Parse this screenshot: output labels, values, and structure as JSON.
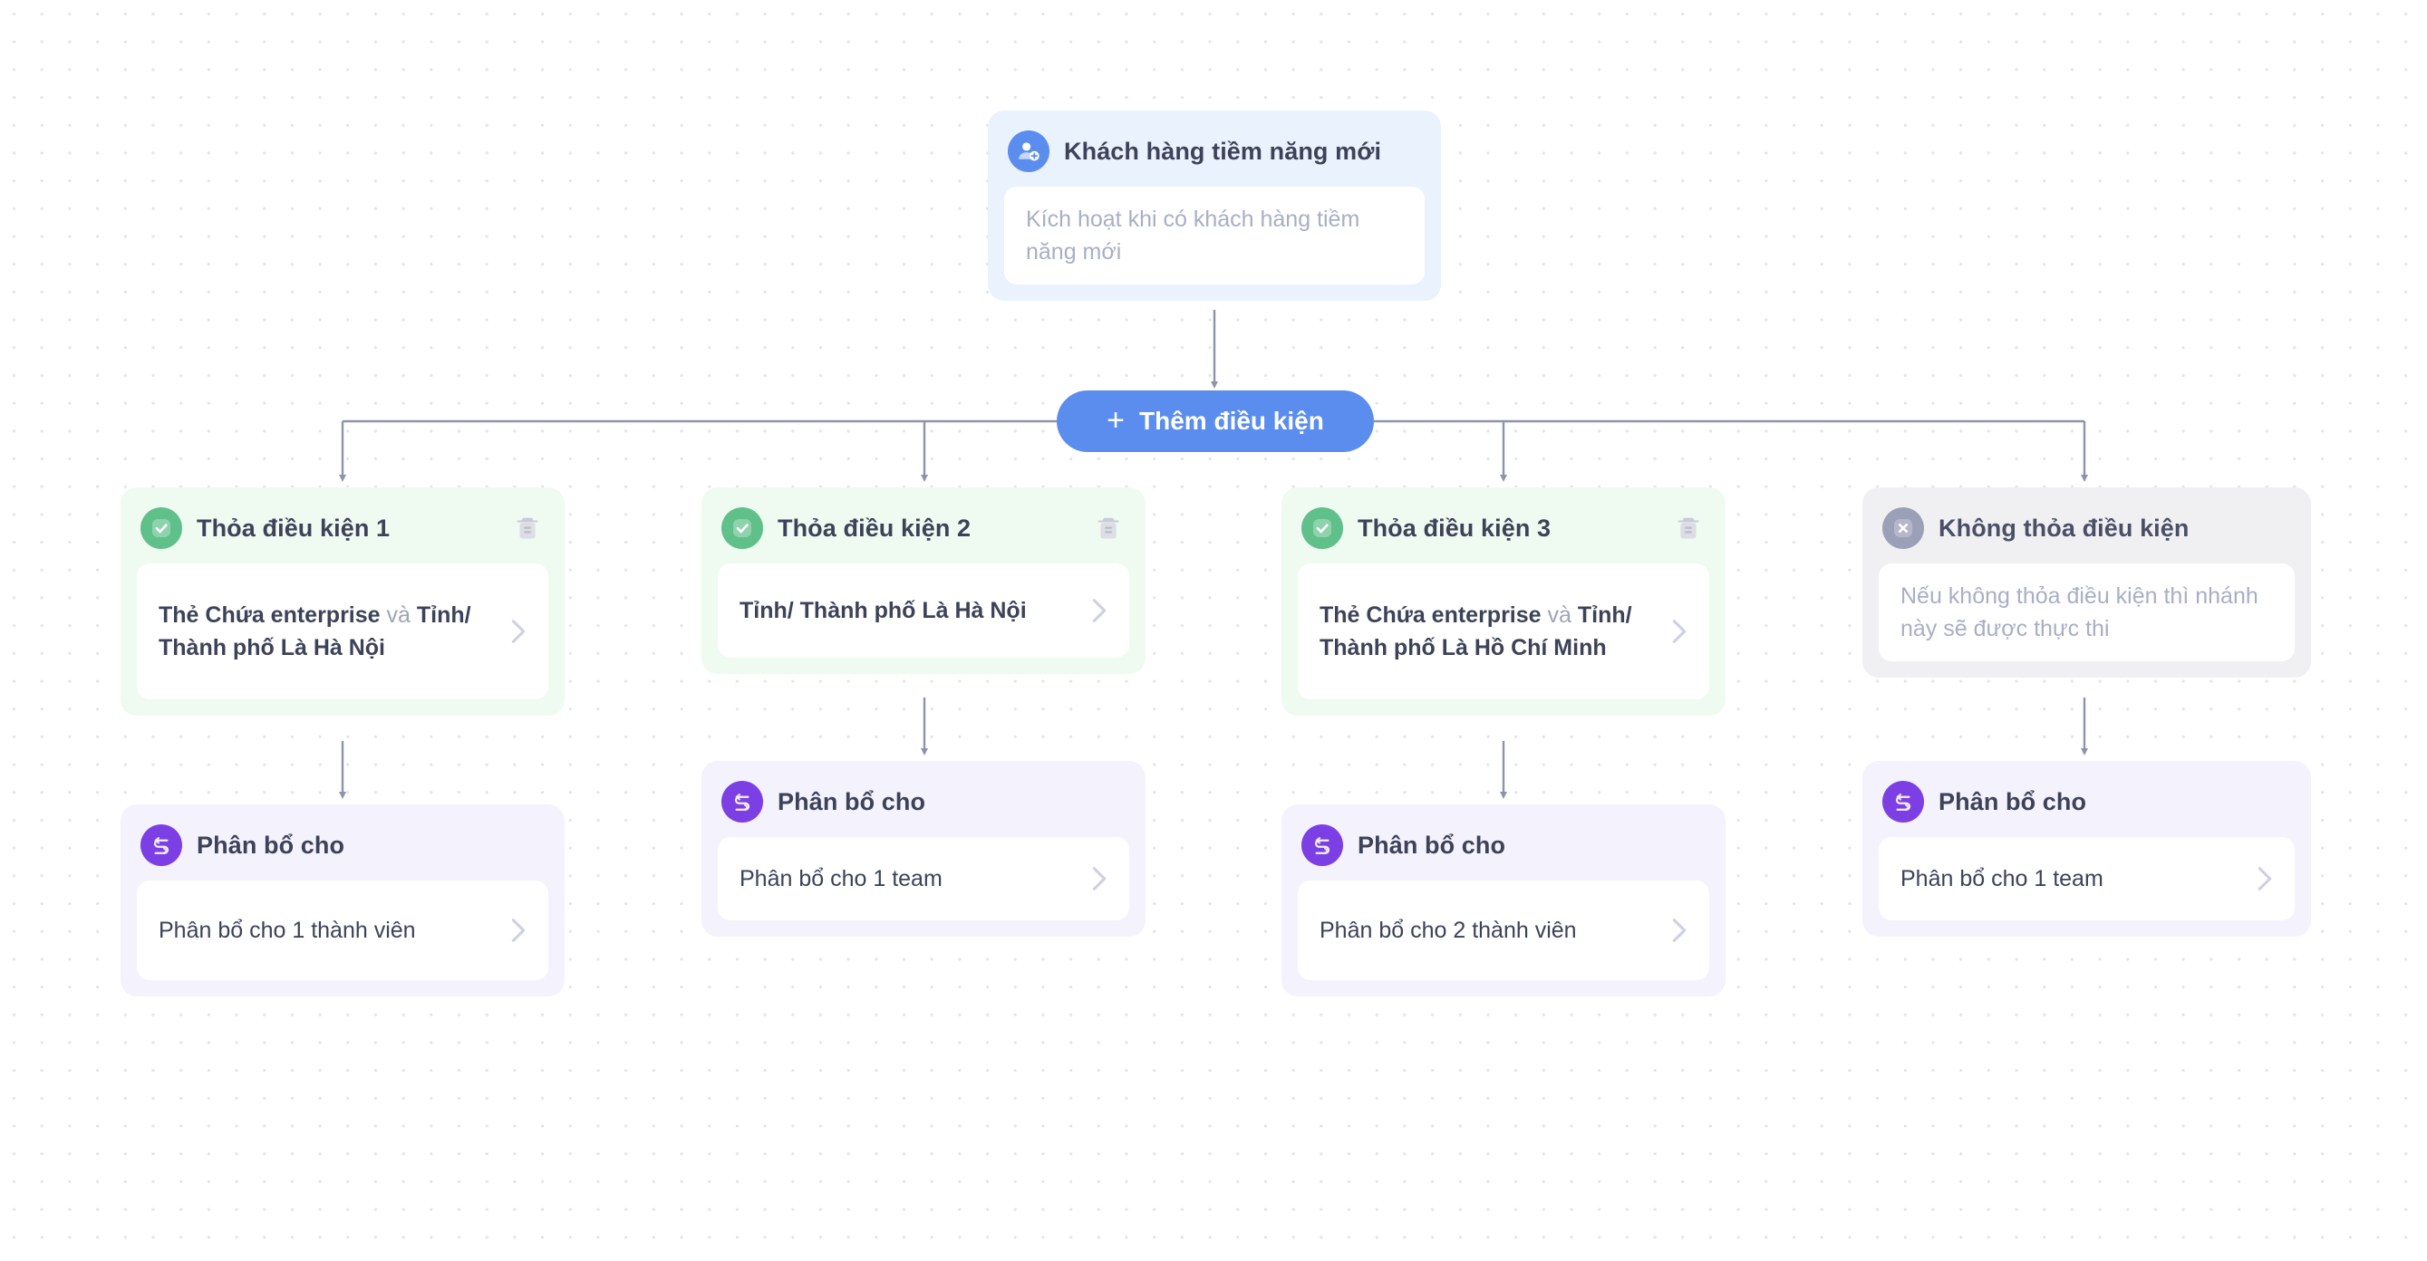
{
  "canvas": {
    "background_color": "#ffffff",
    "grid_dot_color": "#e4e4e9",
    "connector_color": "#8e93ab"
  },
  "trigger": {
    "icon": "add-user-icon",
    "icon_color": "#5b8def",
    "card_color": "#eaf2fe",
    "title": "Khách hàng tiềm năng mới",
    "body_placeholder": "Kích hoạt khi có khách hàng tiềm năng mới"
  },
  "add_condition_button": {
    "label": "Thêm điều kiện",
    "plus_glyph": "+",
    "color": "#5b8def",
    "text_color": "#ffffff"
  },
  "branches": [
    {
      "id": "branch-1",
      "type": "pass",
      "icon": "check-circle-icon",
      "icon_color": "#5fc08a",
      "card_color": "#effaf1",
      "title": "Thỏa điều kiện 1",
      "delete_icon": "trash-icon",
      "has_delete": true,
      "condition_parts": [
        {
          "text": "Thẻ Chứa enterprise",
          "style": "strong"
        },
        {
          "text": " và ",
          "style": "conj"
        },
        {
          "text": "Tỉnh/ Thành phố Là Hà Nội",
          "style": "strong"
        }
      ],
      "chevron_icon": "chevron-right-icon",
      "action": {
        "icon": "assign-shuffle-icon",
        "icon_color": "#7b3fe4",
        "card_color": "#f4f2fd",
        "title": "Phân bổ cho",
        "value": "Phân bổ cho 1 thành viên",
        "chevron_icon": "chevron-right-icon"
      }
    },
    {
      "id": "branch-2",
      "type": "pass",
      "icon": "check-circle-icon",
      "icon_color": "#5fc08a",
      "card_color": "#effaf1",
      "title": "Thỏa điều kiện 2",
      "delete_icon": "trash-icon",
      "has_delete": true,
      "condition_parts": [
        {
          "text": "Tỉnh/ Thành phố Là Hà Nội",
          "style": "strong"
        }
      ],
      "chevron_icon": "chevron-right-icon",
      "action": {
        "icon": "assign-shuffle-icon",
        "icon_color": "#7b3fe4",
        "card_color": "#f4f2fd",
        "title": "Phân bổ cho",
        "value": "Phân bổ cho 1 team",
        "chevron_icon": "chevron-right-icon"
      }
    },
    {
      "id": "branch-3",
      "type": "pass",
      "icon": "check-circle-icon",
      "icon_color": "#5fc08a",
      "card_color": "#effaf1",
      "title": "Thỏa điều kiện 3",
      "delete_icon": "trash-icon",
      "has_delete": true,
      "condition_parts": [
        {
          "text": "Thẻ Chứa enterprise",
          "style": "strong"
        },
        {
          "text": " và ",
          "style": "conj"
        },
        {
          "text": "Tỉnh/ Thành phố Là Hồ Chí Minh",
          "style": "strong"
        }
      ],
      "chevron_icon": "chevron-right-icon",
      "action": {
        "icon": "assign-shuffle-icon",
        "icon_color": "#7b3fe4",
        "card_color": "#f4f2fd",
        "title": "Phân bổ cho",
        "value": "Phân bổ cho 2 thành viên",
        "chevron_icon": "chevron-right-icon"
      }
    },
    {
      "id": "branch-4",
      "type": "fail",
      "icon": "x-circle-icon",
      "icon_color": "#9ba0b9",
      "card_color": "#f0f0f2",
      "title": "Không thỏa điều kiện",
      "has_delete": false,
      "condition_placeholder": "Nếu không thỏa điều kiện thì nhánh này sẽ được thực thi",
      "chevron_icon": "",
      "action": {
        "icon": "assign-shuffle-icon",
        "icon_color": "#7b3fe4",
        "card_color": "#f4f2fd",
        "title": "Phân bổ cho",
        "value": "Phân bổ cho 1 team",
        "chevron_icon": "chevron-right-icon"
      }
    }
  ]
}
